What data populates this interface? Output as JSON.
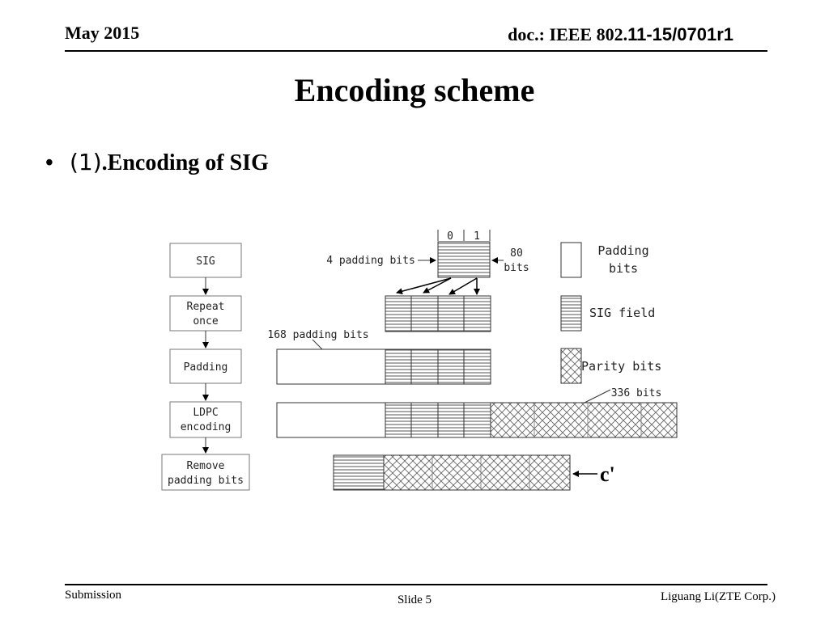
{
  "header": {
    "date": "May 2015",
    "doc_prefix": "doc.: IEEE 802.",
    "doc_suffix": "11-15/0701r1"
  },
  "title": "Encoding scheme",
  "bullet": {
    "number": "(1)",
    "text": ".Encoding of SIG"
  },
  "flow": {
    "step_sig": "SIG",
    "step_repeat": [
      "Repeat",
      "once"
    ],
    "step_padding": "Padding",
    "step_ldpc": [
      "LDPC",
      "encoding"
    ],
    "step_remove": [
      "Remove",
      "padding bits"
    ]
  },
  "diagram": {
    "bit0": "0",
    "bit1": "1",
    "four_padding": "4 padding bits",
    "eighty": "80",
    "eighty_bits": "bits",
    "one68_padding": "168 padding bits",
    "three36_bits": "336 bits",
    "c_prime": "c'"
  },
  "legend": {
    "padding_line1": "Padding",
    "padding_line2": "bits",
    "sig_field": "SIG field",
    "parity_bits": "Parity bits"
  },
  "footer": {
    "left": "Submission",
    "center": "Slide 5",
    "right": "Liguang Li(ZTE Corp.)"
  }
}
